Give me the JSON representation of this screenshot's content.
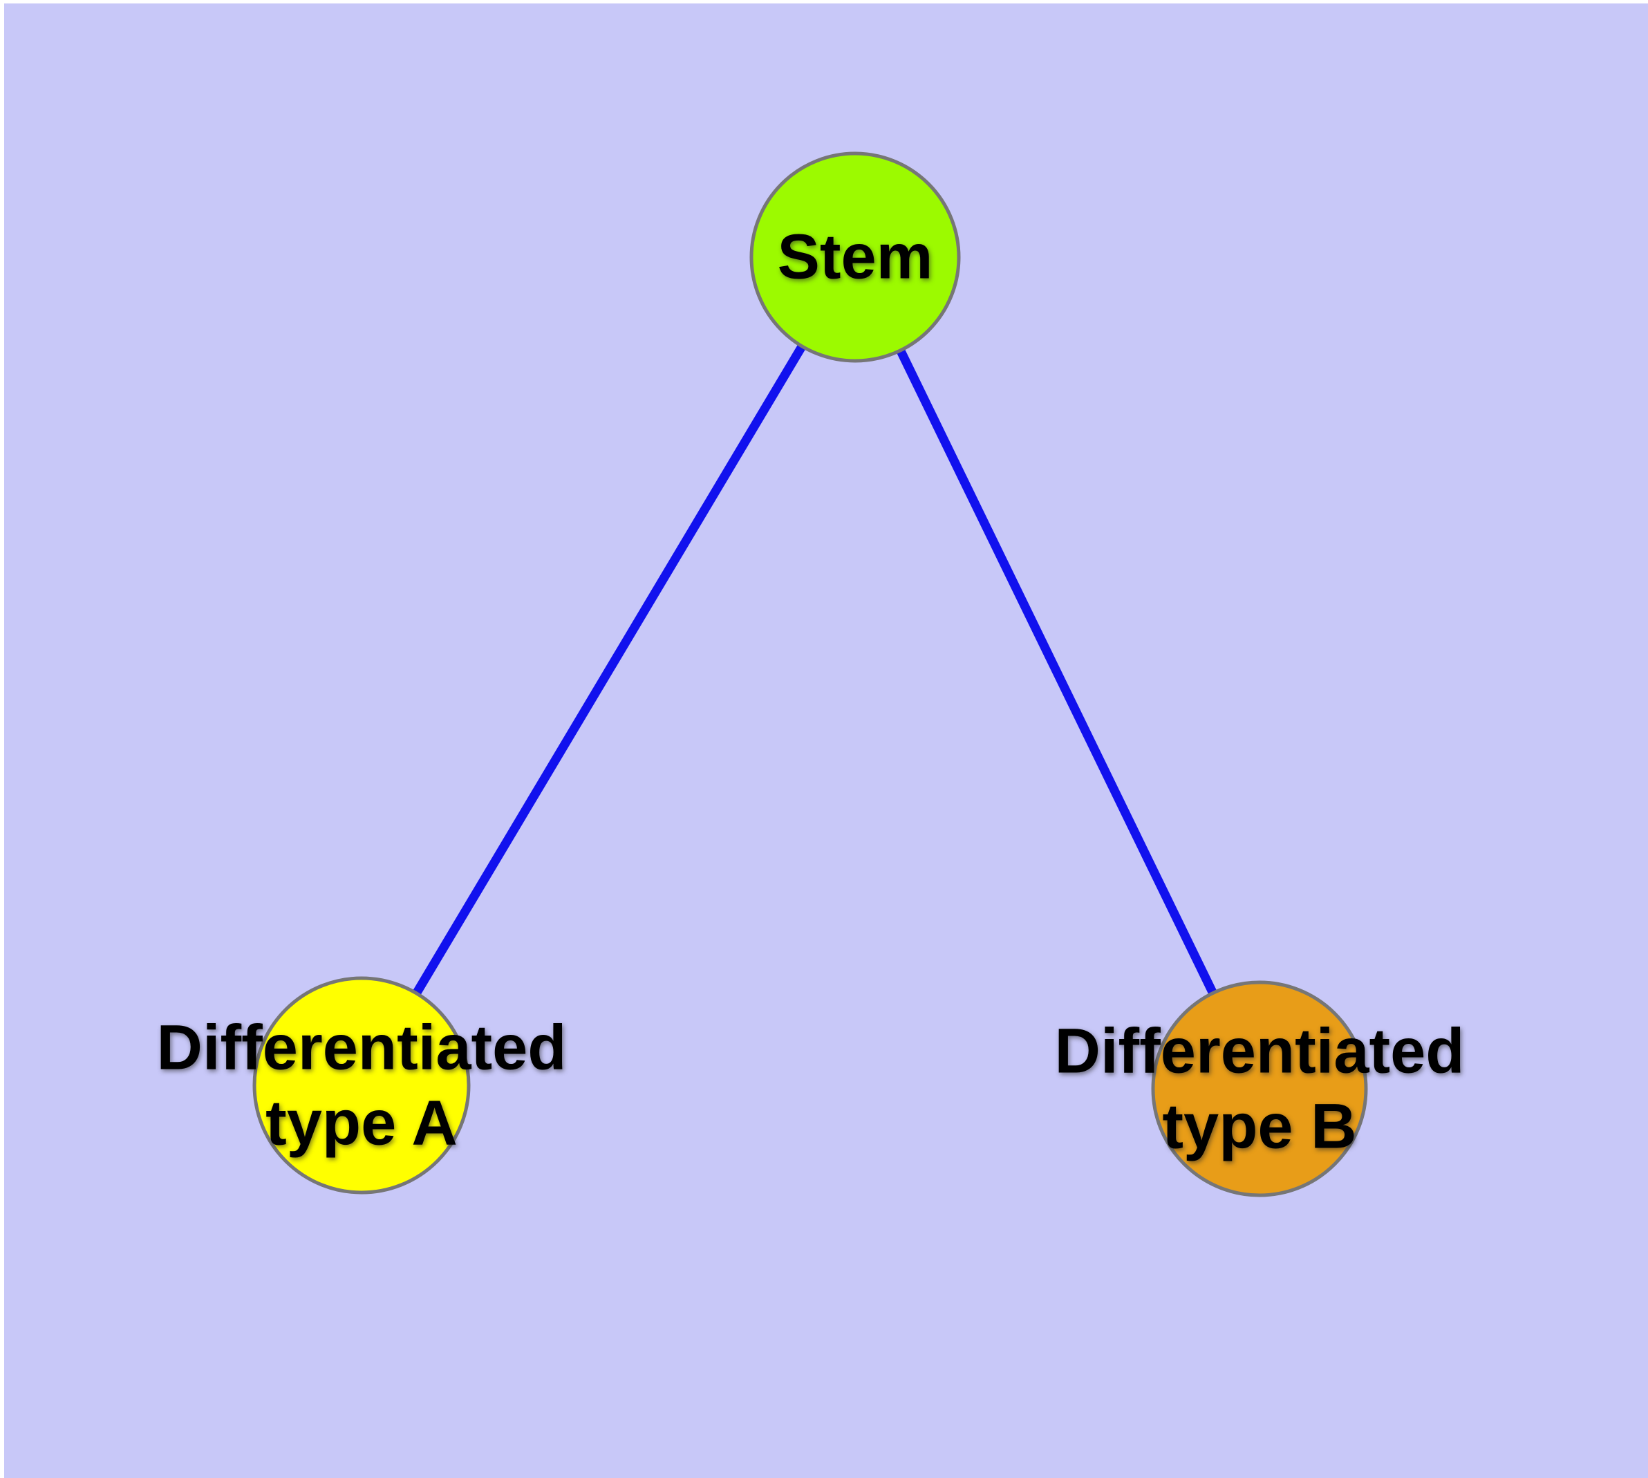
{
  "diagram": {
    "background_color": "#C8C8F8",
    "margin_color": "#FFFFFF",
    "edge_color": "#1111EE",
    "node_border_color": "#767676",
    "nodes": [
      {
        "id": "stem",
        "label": "Stem",
        "fill": "#9CFA00"
      },
      {
        "id": "differentiated-type-a",
        "label": "Differentiated\ntype A",
        "fill": "#FFFF00"
      },
      {
        "id": "differentiated-type-b",
        "label": "Differentiated\ntype B",
        "fill": "#E89D18"
      }
    ],
    "edges": [
      {
        "from": "stem",
        "to": "differentiated-type-a"
      },
      {
        "from": "stem",
        "to": "differentiated-type-b"
      }
    ]
  }
}
